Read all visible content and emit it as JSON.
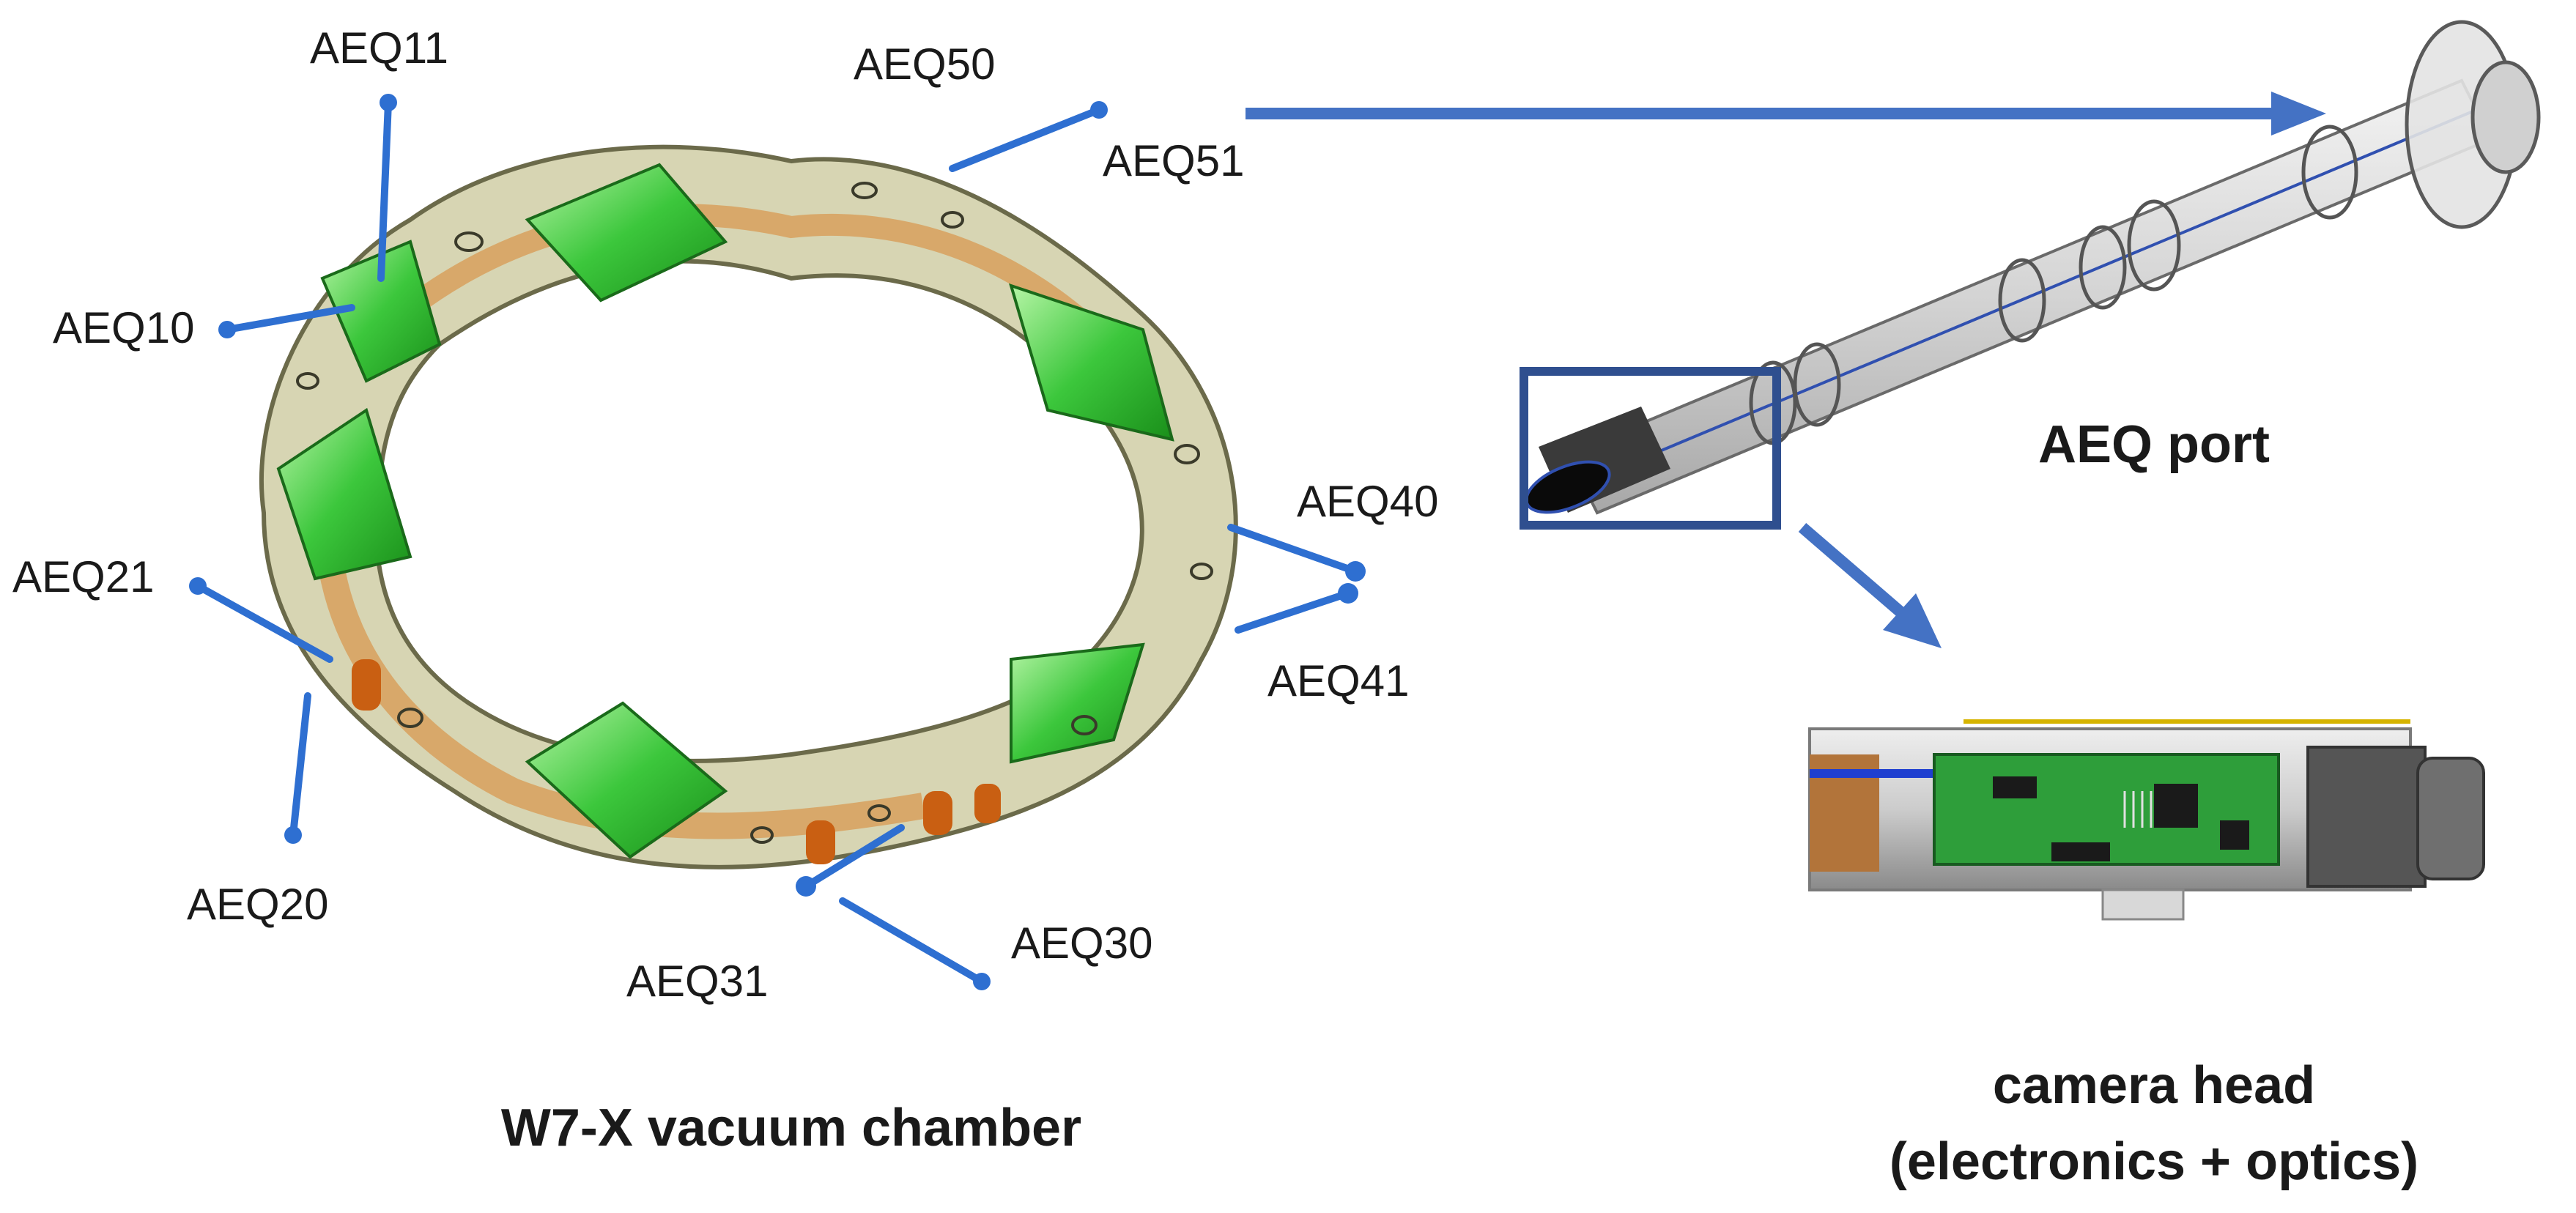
{
  "port_labels": {
    "aeq11": "AEQ11",
    "aeq50": "AEQ50",
    "aeq51": "AEQ51",
    "aeq10": "AEQ10",
    "aeq40": "AEQ40",
    "aeq21": "AEQ21",
    "aeq41": "AEQ41",
    "aeq20": "AEQ20",
    "aeq30": "AEQ30",
    "aeq31": "AEQ31"
  },
  "captions": {
    "chamber": "W7-X vacuum chamber",
    "port": "AEQ port",
    "camera_line1": "camera head",
    "camera_line2": "(electronics + optics)"
  },
  "colors": {
    "arrow": "#4472C4",
    "highlight_box": "#2F4F8F",
    "chamber_body": "#C9C79A",
    "chamber_green": "#3CC73C",
    "chamber_orange": "#D9832E",
    "port_blue": "#2E6FD1",
    "pcb_green": "#2E9E3A"
  }
}
